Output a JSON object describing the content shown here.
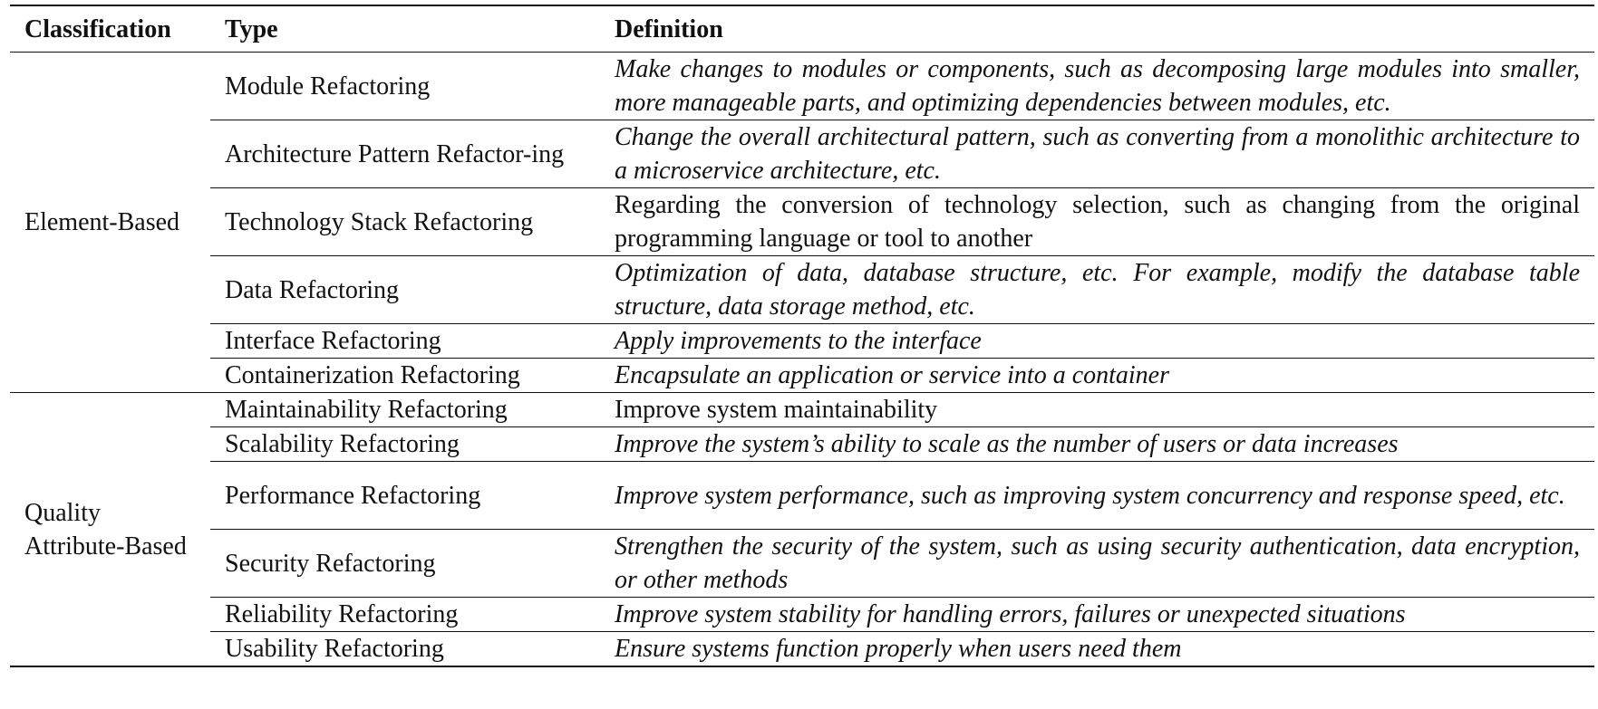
{
  "headers": {
    "classification": "Classification",
    "type": "Type",
    "definition": "Definition"
  },
  "groups": [
    {
      "classification": "Element-Based",
      "rows": [
        {
          "type": "Module Refactoring",
          "definition": "Make changes to modules or components, such as decomposing large modules into smaller, more manageable parts, and optimizing dependencies between modules, etc.",
          "italic": true
        },
        {
          "type": "Architecture Pattern Refactor-ing",
          "definition": "Change the overall architectural pattern, such as converting from a monolithic architecture to a microservice architecture, etc.",
          "italic": true
        },
        {
          "type": "Technology Stack Refactoring",
          "definition": "Regarding the conversion of technology selection, such as changing from the original programming language or tool to another",
          "italic": false
        },
        {
          "type": "Data Refactoring",
          "definition": "Optimization of data, database structure, etc. For example, modify the database table structure, data storage method, etc.",
          "italic": true
        },
        {
          "type": "Interface Refactoring",
          "definition": "Apply improvements to the interface",
          "italic": true
        },
        {
          "type": "Containerization Refactoring",
          "definition": "Encapsulate an application or service into a container",
          "italic": true
        }
      ]
    },
    {
      "classification": "Quality Attribute-Based",
      "rows": [
        {
          "type": "Maintainability Refactoring",
          "definition": "Improve system maintainability",
          "italic": false
        },
        {
          "type": "Scalability Refactoring",
          "definition": "Improve the system’s ability to scale as the number of users or data increases",
          "italic": true
        },
        {
          "type": "Performance Refactoring",
          "definition": "Improve system performance, such as improving system concurrency and response speed, etc.",
          "italic": true
        },
        {
          "type": "Security Refactoring",
          "definition": "Strengthen the security of the system, such as using security authentication, data encryption, or other methods",
          "italic": true
        },
        {
          "type": "Reliability Refactoring",
          "definition": "Improve system stability for handling errors, failures or unexpected situations",
          "italic": true
        },
        {
          "type": "Usability Refactoring",
          "definition": "Ensure systems function properly when users need them",
          "italic": true
        }
      ]
    }
  ]
}
